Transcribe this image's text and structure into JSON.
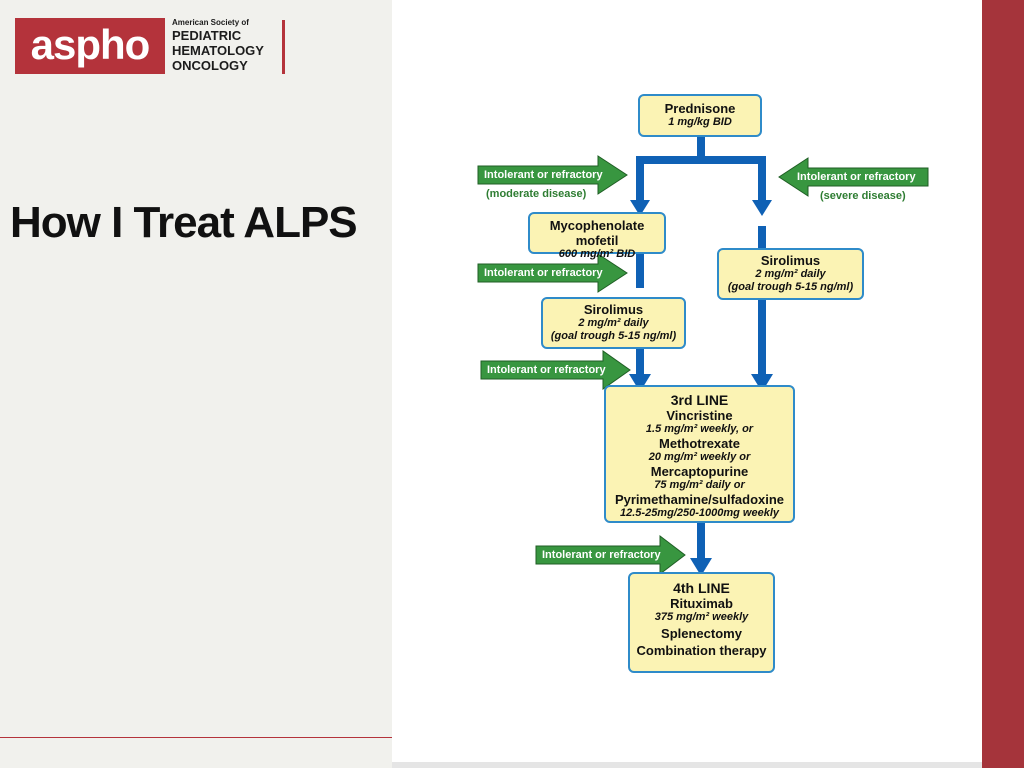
{
  "logo": {
    "brand": "aspho",
    "line1": "American Society of",
    "line2": "PEDIATRIC",
    "line3": "HEMATOLOGY",
    "line4": "ONCOLOGY"
  },
  "slide": {
    "title": "How I Treat ALPS"
  },
  "flowchart": {
    "prednisone": {
      "name": "Prednisone",
      "dose": "1 mg/kg BID"
    },
    "mycophenolate": {
      "name": "Mycophenolate mofetil",
      "dose": "600 mg/m² BID"
    },
    "sirolimus_left": {
      "name": "Sirolimus",
      "dose": "2 mg/m²  daily",
      "goal": "(goal trough 5-15 ng/ml)"
    },
    "sirolimus_right": {
      "name": "Sirolimus",
      "dose": "2 mg/m²  daily",
      "goal": "(goal trough 5-15 ng/ml)"
    },
    "third_line": {
      "heading": "3rd LINE",
      "drug1": "Vincristine",
      "dose1": "1.5 mg/m²  weekly, or",
      "drug2": "Methotrexate",
      "dose2": "20 mg/m²  weekly or",
      "drug3": "Mercaptopurine",
      "dose3": "75 mg/m² daily  or",
      "drug4": "Pyrimethamine/sulfadoxine",
      "dose4": "12.5-25mg/250-1000mg weekly"
    },
    "fourth_line": {
      "heading": "4th LINE",
      "drug1": "Rituximab",
      "dose1": "375 mg/m²  weekly",
      "option2": "Splenectomy",
      "option3": "Combination therapy"
    },
    "arrows": {
      "a1_label": "Intolerant or refractory",
      "a1_note": "(moderate disease)",
      "a2_label": "Intolerant or refractory",
      "a2_note": "(severe disease)",
      "a3_label": "Intolerant or refractory",
      "a4_label": "Intolerant or refractory",
      "a5_label": "Intolerant or refractory"
    }
  },
  "colors": {
    "brand_red": "#b4333b",
    "flow_blue": "#0f61b5",
    "arrow_green": "#389640",
    "box_fill": "#fbf3b4",
    "box_border": "#2f8bc9"
  }
}
